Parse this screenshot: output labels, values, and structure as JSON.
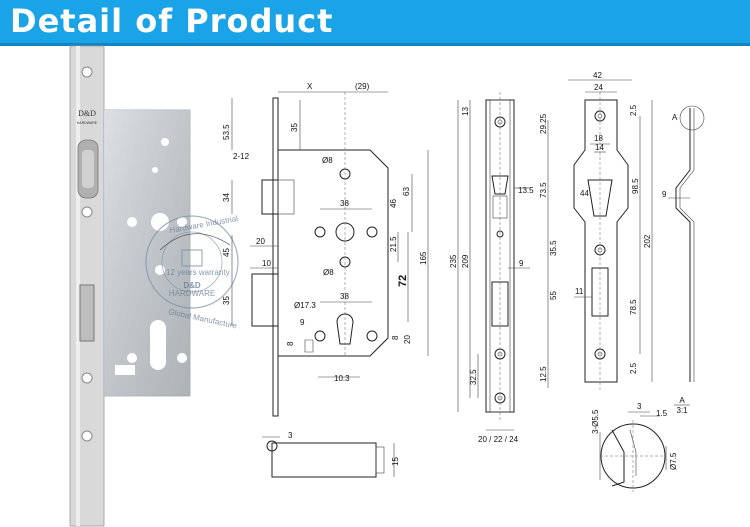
{
  "header": {
    "title": "Detail of Product"
  },
  "product_photo": {
    "brand_top": "D&D",
    "brand_sub": "HARDWARE"
  },
  "watermark": {
    "arc_top": "Hardware Industrial",
    "warranty": "12 years warranty",
    "brand": "D&D",
    "sub": "HARDWARE",
    "arc_bottom": "Global Manufacture"
  },
  "side_view": {
    "dims": [
      "X",
      "(29)",
      "53.5",
      "35",
      "2-12",
      "Ø8",
      "34",
      "63",
      "38",
      "46",
      "21.5",
      "20",
      "45",
      "10",
      "Ø8",
      "165",
      "72",
      "35",
      "Ø17.3",
      "38",
      "9",
      "8",
      "8",
      "20",
      "10.3"
    ]
  },
  "front_view": {
    "dims": [
      "13",
      "13.5",
      "235",
      "209",
      "9",
      "32.5",
      "20 / 22 / 24"
    ]
  },
  "faceplate_view": {
    "dims": [
      "42",
      "24",
      "2.5",
      "29.25",
      "18",
      "14",
      "73.5",
      "44",
      "98.5",
      "202",
      "35.5",
      "55",
      "11",
      "78.5",
      "12.5",
      "2.5"
    ]
  },
  "edge_view": {
    "dims": [
      "A",
      "9"
    ]
  },
  "latch_view": {
    "dims": [
      "3",
      "15"
    ]
  },
  "detail_a": {
    "label": "A",
    "scale": "3:1",
    "dims": [
      "3",
      "1.5",
      "3-Ø5.5",
      "Ø7.5"
    ]
  }
}
